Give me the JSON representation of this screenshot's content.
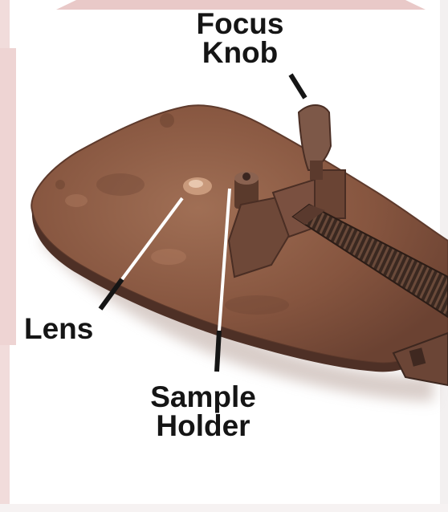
{
  "labels": {
    "focus_knob": [
      "Focus",
      "Knob"
    ],
    "lens": "Lens",
    "sample_holder": [
      "Sample",
      "Holder"
    ]
  },
  "colors": {
    "background": "#ffffff",
    "frame_pink": "#e9c9c8",
    "plate": "#8a5a42",
    "text": "#151515"
  }
}
